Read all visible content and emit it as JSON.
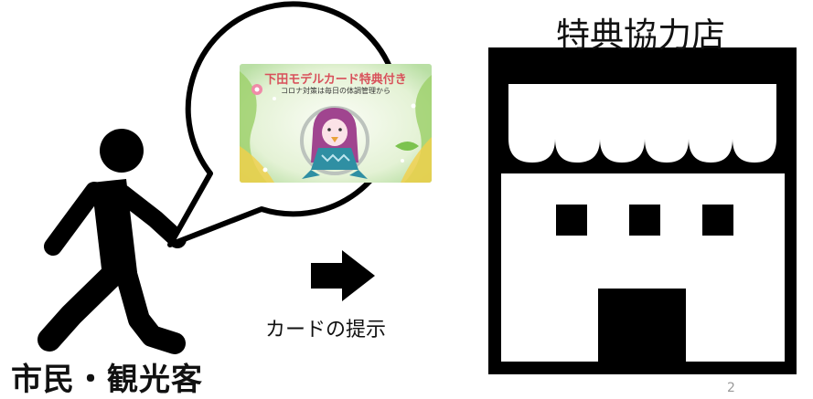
{
  "people": {
    "label": "市民・観光客"
  },
  "store": {
    "label": "特典協力店"
  },
  "action": {
    "label": "カードの提示"
  },
  "card": {
    "title": "下田モデルカード特典付き",
    "subtitle": "コロナ対策は毎日の体調管理から"
  },
  "page": {
    "number": "2"
  },
  "colors": {
    "ink": "#000000",
    "card_title": "#d8505a",
    "card_bg": "#eef6e4"
  }
}
